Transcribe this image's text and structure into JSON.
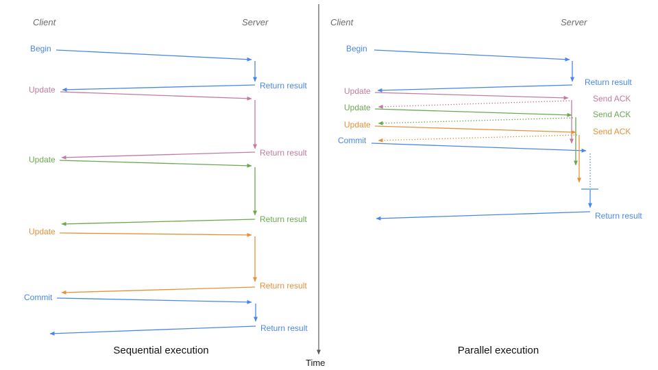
{
  "palette": {
    "blue": "#4a86e8",
    "pink": "#c27ba0",
    "green": "#6aa84f",
    "orange": "#e69138",
    "axis_gray": "#595959",
    "header_gray": "#6b6b6b",
    "title_black": "#111111"
  },
  "time_axis": {
    "label": "Time"
  },
  "left": {
    "title": "Sequential execution",
    "client_header": "Client",
    "server_header": "Server",
    "steps": [
      {
        "label": "Begin",
        "color": "blue",
        "response": "Return result"
      },
      {
        "label": "Update",
        "color": "pink",
        "response": "Return result"
      },
      {
        "label": "Update",
        "color": "green",
        "response": "Return result"
      },
      {
        "label": "Update",
        "color": "orange",
        "response": "Return result"
      },
      {
        "label": "Commit",
        "color": "blue",
        "response": "Return result"
      }
    ]
  },
  "right": {
    "title": "Parallel execution",
    "client_header": "Client",
    "server_header": "Server",
    "steps": [
      {
        "label": "Begin",
        "color": "blue",
        "response": "Return result"
      },
      {
        "label": "Update",
        "color": "pink",
        "response": "Send ACK"
      },
      {
        "label": "Update",
        "color": "green",
        "response": "Send ACK"
      },
      {
        "label": "Update",
        "color": "orange",
        "response": "Send ACK"
      },
      {
        "label": "Commit",
        "color": "blue",
        "response": "Return result"
      }
    ]
  }
}
